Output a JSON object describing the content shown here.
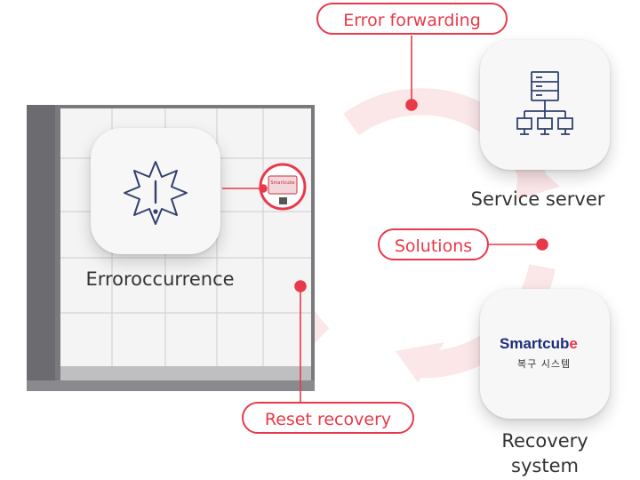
{
  "labels": {
    "error_forwarding": "Error forwarding",
    "solutions": "Solutions",
    "reset_recovery": "Reset recovery"
  },
  "cards": {
    "error": {
      "caption": "Erroroccurrence",
      "icon": "warning-burst-icon"
    },
    "server": {
      "caption": "Service server",
      "icon": "network-server-icon"
    },
    "recovery": {
      "caption_line1": "Recovery",
      "caption_line2": "system",
      "logo_main": "Smartcub",
      "logo_accent": "e",
      "logo_sub": "복구 시스템"
    }
  },
  "kiosk": {
    "screen_text": "Smartcube"
  },
  "colors": {
    "accent": "#e8394a",
    "brand_navy": "#1b2e79",
    "card_bg": "#f7f7f8",
    "locker_frame": "#6c6c70"
  }
}
